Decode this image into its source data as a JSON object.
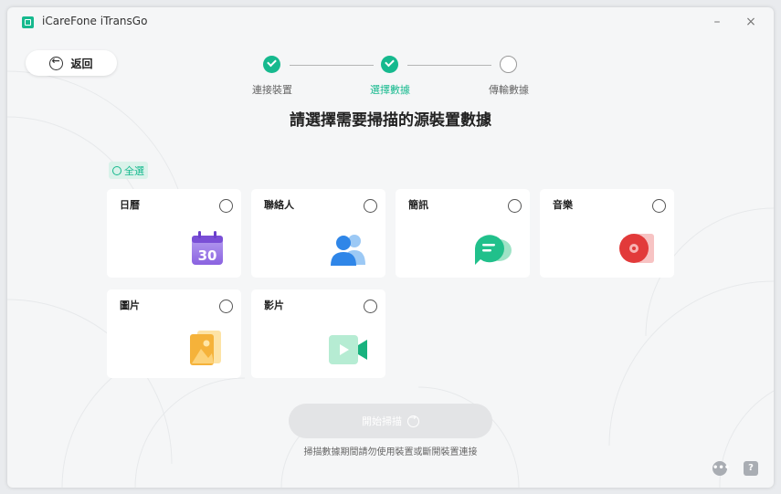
{
  "app": {
    "title": "iCareFone iTransGo",
    "minimize_glyph": "–",
    "close_glyph": "×"
  },
  "back_button": {
    "label": "返回"
  },
  "steps": [
    {
      "label": "連接裝置",
      "state": "done"
    },
    {
      "label": "選擇數據",
      "state": "current"
    },
    {
      "label": "傳輸數據",
      "state": "todo"
    }
  ],
  "heading": "請選擇需要掃描的源裝置數據",
  "select_all": {
    "label": "全選"
  },
  "categories": [
    {
      "label": "日曆",
      "icon": "calendar-icon",
      "icon_text": "30"
    },
    {
      "label": "聯絡人",
      "icon": "contacts-icon"
    },
    {
      "label": "簡訊",
      "icon": "messages-icon"
    },
    {
      "label": "音樂",
      "icon": "music-icon"
    },
    {
      "label": "圖片",
      "icon": "photos-icon"
    },
    {
      "label": "影片",
      "icon": "videos-icon"
    }
  ],
  "start_button": {
    "label": "開始掃描"
  },
  "hint": "掃描數據期間請勿使用裝置或斷開裝置連接",
  "colors": {
    "accent": "#16b98e",
    "disabled_button": "#e3e4e6"
  }
}
